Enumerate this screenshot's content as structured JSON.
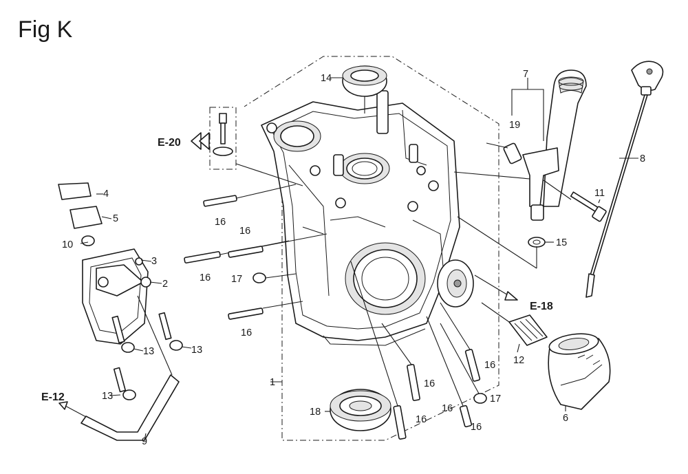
{
  "title": "Fig K",
  "callouts": {
    "c1": "1",
    "c2": "2",
    "c3": "3",
    "c4": "4",
    "c5": "5",
    "c6": "6",
    "c7": "7",
    "c8": "8",
    "c9": "9",
    "c10": "10",
    "c11": "11",
    "c12": "12",
    "c13a": "13",
    "c13b": "13",
    "c13c": "13",
    "c14": "14",
    "c15": "15",
    "c16a": "16",
    "c16b": "16",
    "c16c": "16",
    "c16d": "16",
    "c16e": "16",
    "c16f": "16",
    "c16g": "16",
    "c16h": "16",
    "c16i": "16",
    "c17a": "17",
    "c17b": "17",
    "c18": "18",
    "c19": "19"
  },
  "references": {
    "e20": "E-20",
    "e18": "E-18",
    "e12": "E-12"
  }
}
